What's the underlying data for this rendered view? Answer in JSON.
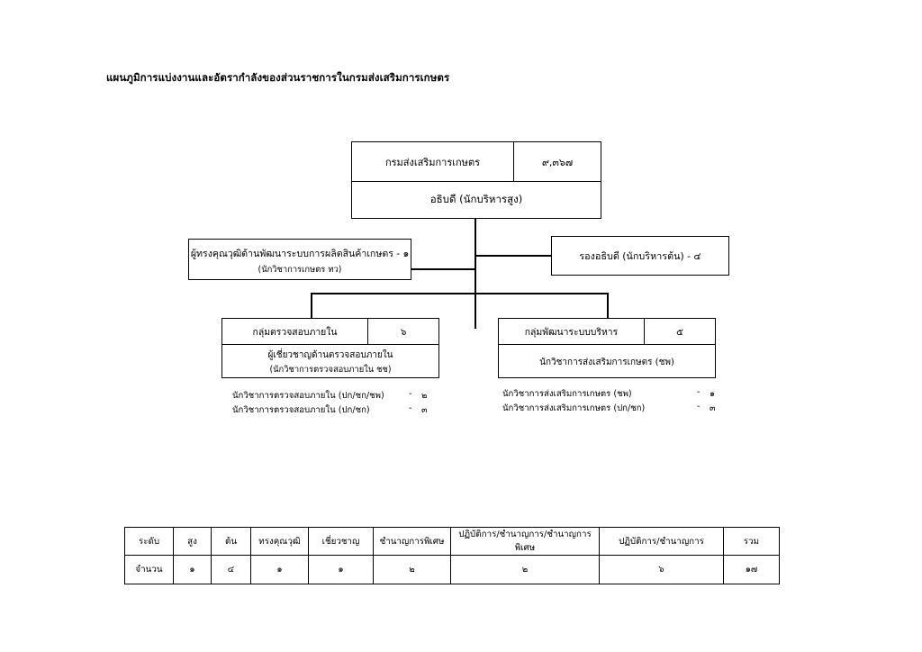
{
  "page": {
    "title": "แผนภูมิการแบ่งงานและอัตรากำลังของส่วนราชการในกรมส่งเสริมการเกษตร"
  },
  "chart": {
    "root": {
      "name": "กรมส่งเสริมการเกษตร",
      "count": "๙,๓๖๗",
      "head_title": "อธิบดี (นักบริหารสูง)"
    },
    "advisor": {
      "title": "ผู้ทรงคุณวุฒิด้านพัฒนาระบบการผลิตสินค้าเกษตร   -  ๑",
      "position": "(นักวิชาการเกษตร  ทว)"
    },
    "deputy": {
      "title": "รองอธิบดี (นักบริหารต้น)    -  ๔"
    },
    "units": [
      {
        "name": "กลุ่มตรวจสอบภายใน",
        "count": "๖",
        "lead_title": "ผู้เชี่ยวชาญด้านตรวจสอบภายใน",
        "lead_position": "(นักวิชาการตรวจสอบภายใน  ชช)",
        "staff": [
          {
            "title": "นักวิชาการตรวจสอบภายใน (ปก/ชก/ชพ)",
            "dash": "-",
            "count": "๒"
          },
          {
            "title": "นักวิชาการตรวจสอบภายใน (ปก/ชก)",
            "dash": "-",
            "count": "๓"
          }
        ]
      },
      {
        "name": "กลุ่มพัฒนาระบบบริหาร",
        "count": "๕",
        "lead_title": "นักวิชาการส่งเสริมการเกษตร  (ชพ)",
        "lead_position": "",
        "staff": [
          {
            "title": "นักวิชาการส่งเสริมการเกษตร (ชพ)",
            "dash": "-",
            "count": "๑"
          },
          {
            "title": "นักวิชาการส่งเสริมการเกษตร (ปก/ชก)",
            "dash": "-",
            "count": "๓"
          }
        ]
      }
    ]
  },
  "summary_table": {
    "columns": [
      {
        "key": "level",
        "header": "ระดับ",
        "width": 54
      },
      {
        "key": "c_sung",
        "header": "สูง",
        "width": 42
      },
      {
        "key": "c_ton",
        "header": "ต้น",
        "width": 44
      },
      {
        "key": "c_song",
        "header": "ทรงคุณวุฒิ",
        "width": 64
      },
      {
        "key": "c_chiew",
        "header": "เชี่ยวชาญ",
        "width": 72
      },
      {
        "key": "c_chamnan_piset",
        "header": "ชำนาญการพิเศษ",
        "width": 86
      },
      {
        "key": "c_pk_ck_cp",
        "header": "ปฏิบัติการ/ชำนาญการ/ชำนาญการพิเศษ",
        "width": 165
      },
      {
        "key": "c_pk_ck",
        "header": "ปฏิบัติการ/ชำนาญการ",
        "width": 138
      },
      {
        "key": "c_total",
        "header": "รวม",
        "width": 62
      }
    ],
    "rows": [
      {
        "level": "จำนวน",
        "c_sung": "๑",
        "c_ton": "๔",
        "c_song": "๑",
        "c_chiew": "๑",
        "c_chamnan_piset": "๒",
        "c_pk_ck_cp": "๒",
        "c_pk_ck": "๖",
        "c_total": "๑๗"
      }
    ]
  },
  "chart_data": {
    "type": "table",
    "title": "แผนภูมิการแบ่งงานและอัตรากำลังของส่วนราชการในกรมส่งเสริมการเกษตร",
    "categories": [
      "สูง",
      "ต้น",
      "ทรงคุณวุฒิ",
      "เชี่ยวชาญ",
      "ชำนาญการพิเศษ",
      "ปฏิบัติการ/ชำนาญการ/ชำนาญการพิเศษ",
      "ปฏิบัติการ/ชำนาญการ"
    ],
    "values": [
      1,
      4,
      1,
      1,
      2,
      2,
      6
    ],
    "total": 17,
    "department_total": 9367
  }
}
